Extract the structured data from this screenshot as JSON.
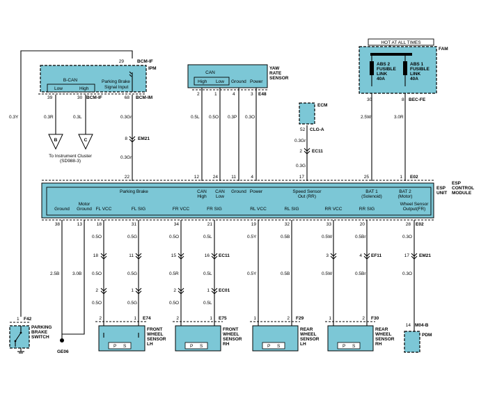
{
  "colors": {
    "module_fill": "#7cc7d6",
    "wire": "#000000",
    "background": "#ffffff"
  },
  "icons": [
    "ground-icon",
    "connector-icon",
    "switch-icon",
    "fuse-icon"
  ],
  "bcm": {
    "top_label": "BCM-IF",
    "top_pin": "29",
    "ipm_label": "IPM",
    "bcan_label": "B-CAN",
    "low_label": "Low",
    "high_label": "High",
    "parking_input_line1": "Parking Brake",
    "parking_input_line2": "Signal Input",
    "pin_low": "39",
    "pin_high": "30",
    "pin_low_conn": "BCM-IF",
    "pin_pb": "68",
    "pin_pb_conn": "BCM-IM",
    "wire_left": "0.3Y",
    "wire_low": "0.3R",
    "wire_high": "0.3L",
    "wire_pb1": "0.3Gr",
    "wire_pb2": "0.3Gr",
    "em21_pin": "8",
    "em21_label": "EM21",
    "conn_b": "B",
    "conn_c": "C",
    "cluster_line1": "To Instrument Cluster",
    "cluster_line2": "(SD988-3)"
  },
  "yaw": {
    "title_line1": "YAW",
    "title_line2": "RATE",
    "title_line3": "SENSOR",
    "can_label": "CAN",
    "high": "High",
    "low": "Low",
    "ground": "Ground",
    "power": "Power",
    "pins": [
      "2",
      "1",
      "4",
      "3"
    ],
    "conn": "E48",
    "wires": [
      "0.5L",
      "0.5O",
      "0.3P",
      "0.3O"
    ]
  },
  "ecm": {
    "label": "ECM",
    "pin": "52",
    "conn": "CLG-A",
    "wire1": "0.3Gr",
    "ec11_pin": "2",
    "ec11_label": "EC11",
    "wire2": "0.3G"
  },
  "fam": {
    "hot_label": "HOT AT ALL TIMES",
    "label": "FAM",
    "abs2_line1": "ABS 2",
    "abs2_line2": "FUSIBLE",
    "abs2_line3": "LINK",
    "abs2_line4": "40A",
    "abs1_line1": "ABS 1",
    "abs1_line2": "FUSIBLE",
    "abs1_line3": "LINK",
    "abs1_line4": "40A",
    "pin_abs2": "30",
    "pin_abs1": "8",
    "conn": "BEC-FE",
    "wire_abs2": "2.5W",
    "wire_abs1": "3.0R"
  },
  "esp": {
    "title_line1": "ESP",
    "title_line2": "CONTROL",
    "title_line3": "MODULE",
    "unit_line1": "ESP",
    "unit_line2": "UNIT",
    "top_pins": [
      "22",
      "12",
      "24",
      "11",
      "4",
      "17",
      "25",
      "1"
    ],
    "top_conn": "E02",
    "top_labels": {
      "parking_brake": "Parking Brake",
      "can_high_1": "CAN",
      "can_high_2": "High",
      "can_low_1": "CAN",
      "can_low_2": "Low",
      "ground": "Ground",
      "power": "Power",
      "speed_1": "Speed Sensor",
      "speed_2": "Out (RR)",
      "bat1_1": "BAT 1",
      "bat1_2": "(Solenoid)",
      "bat2_1": "BAT 2",
      "bat2_2": "(Motor)"
    },
    "bottom_labels": {
      "ground": "Ground",
      "motor_ground_1": "Motor",
      "motor_ground_2": "Ground",
      "fl_vcc": "FL VCC",
      "fl_sig": "FL SIG",
      "fr_vcc": "FR VCC",
      "fr_sig": "FR SIG",
      "rl_vcc": "RL VCC",
      "rl_sig": "RL SIG",
      "rr_vcc": "RR VCC",
      "rr_sig": "RR SIG",
      "ws_out_1": "Wheel Sensor",
      "ws_out_2": "Output(FR)"
    },
    "bottom_pins": [
      "38",
      "13",
      "18",
      "31",
      "34",
      "21",
      "19",
      "32",
      "33",
      "20",
      "28"
    ],
    "bottom_conn": "E02"
  },
  "ground_side": {
    "wire_gnd": "2.5B",
    "wire_motor": "3.0B",
    "ground_label": "GE06"
  },
  "wheel_wires": {
    "fl": {
      "w1": "0.5O",
      "w2": "0.5G",
      "c1a": "18",
      "c1b": "11",
      "c2a": "2",
      "c2b": "1",
      "w3": "0.5O",
      "w4": "0.5G",
      "w5": "0.5O",
      "w6": "0.5G"
    },
    "fr": {
      "w1": "0.5O",
      "w2": "0.5L",
      "c1a": "15",
      "c1b": "16",
      "c2a": "2",
      "c2b": "1",
      "w3": "0.5R",
      "w4": "0.5L",
      "w5": "0.5O",
      "w6": "0.5L"
    },
    "ec11": "EC11",
    "ec01": "EC01",
    "rl": {
      "w1": "0.5Y",
      "w2": "0.5B",
      "w3": "0.5Y",
      "w4": "0.5B"
    },
    "rr": {
      "w1": "0.5W",
      "w2": "0.5Br",
      "c1a": "3",
      "c1b": "4",
      "w3": "0.5W",
      "w4": "0.5Br",
      "ef11": "EF11"
    },
    "ws": {
      "w1": "0.3O",
      "pin": "17",
      "conn": "EM21",
      "w2": "0.3O"
    }
  },
  "sensors": {
    "fl": {
      "line1": "FRONT",
      "line2": "WHEEL",
      "line3": "SENSOR",
      "line4": "LH",
      "conn": "E74",
      "pin_a": "2",
      "pin_b": "1"
    },
    "fr": {
      "line1": "FRONT",
      "line2": "WHEEL",
      "line3": "SENSOR",
      "line4": "RH",
      "conn": "E75",
      "pin_a": "2",
      "pin_b": "1"
    },
    "rl": {
      "line1": "REAR",
      "line2": "WHEEL",
      "line3": "SENSOR",
      "line4": "LH",
      "conn": "F29",
      "pin_a": "1",
      "pin_b": "2"
    },
    "rr": {
      "line1": "REAR",
      "line2": "WHEEL",
      "line3": "SENSOR",
      "line4": "RH",
      "conn": "F30",
      "pin_a": "1",
      "pin_b": "2"
    },
    "p": "P",
    "s": "S"
  },
  "parking_switch": {
    "line1": "PARKING",
    "line2": "BRAKE",
    "line3": "SWITCH",
    "pin": "1",
    "conn": "F42"
  },
  "pdm": {
    "pin": "14",
    "conn": "M04-B",
    "label": "PDM"
  },
  "extra_pins": {
    "em21_ws_a": "28"
  }
}
